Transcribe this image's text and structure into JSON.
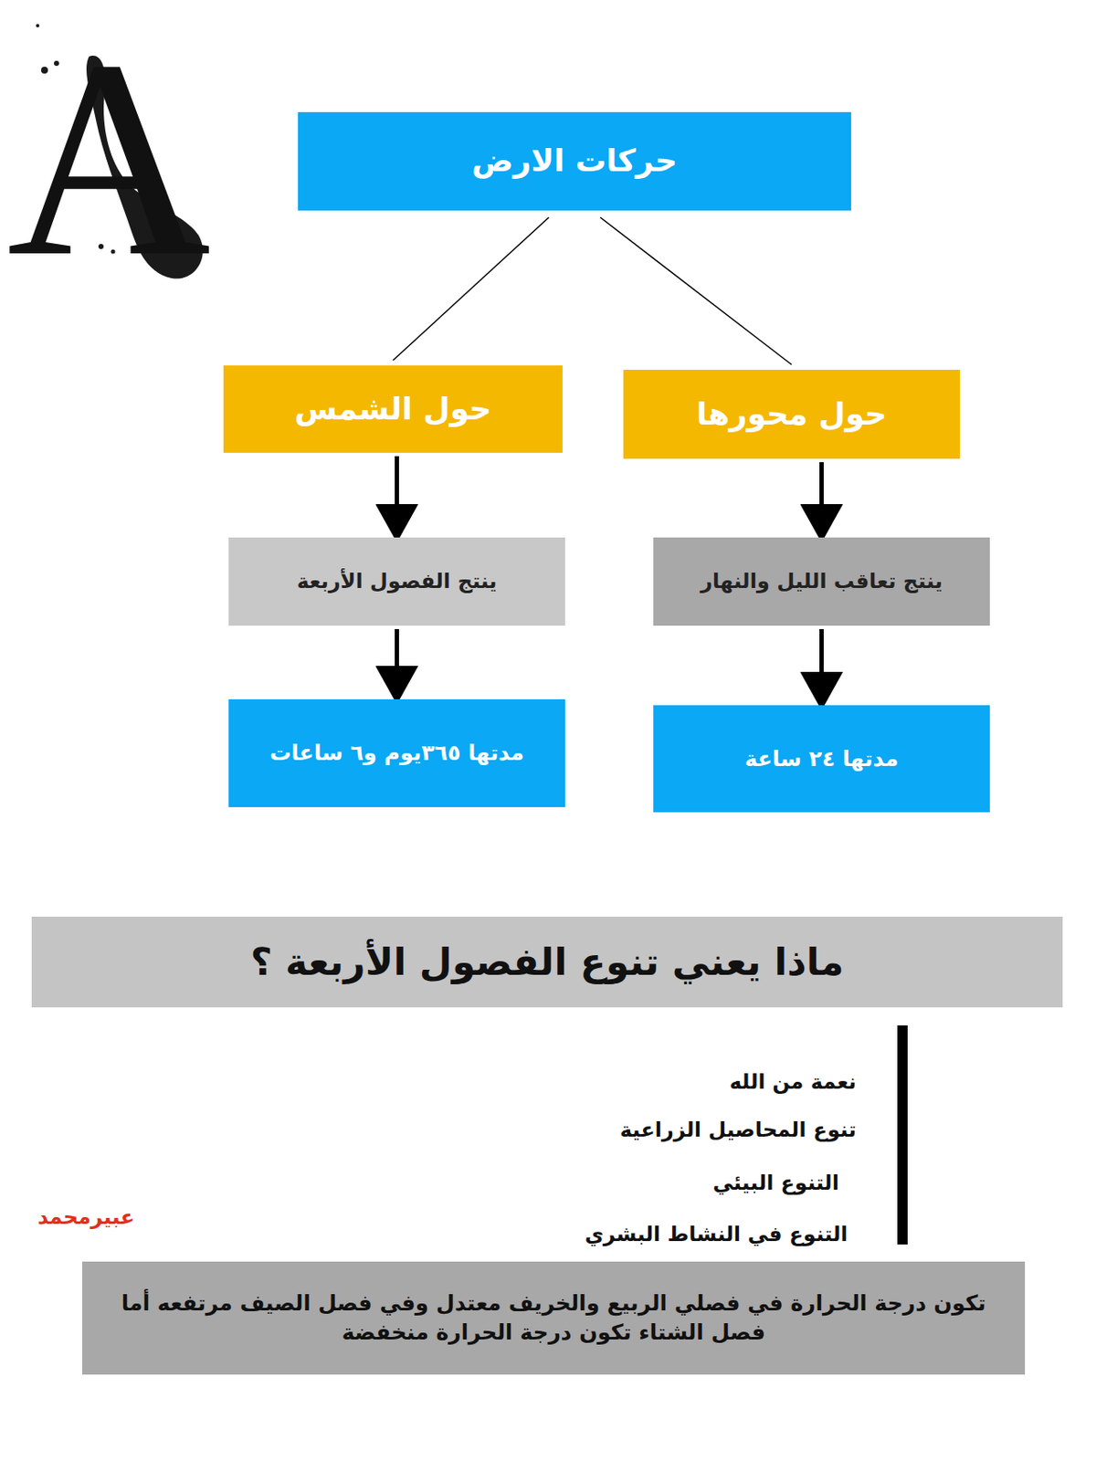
{
  "diagram": {
    "nodes": [
      {
        "text": [
          "حركات الارض"
        ]
      },
      {
        "text": [
          "حول محورها"
        ]
      },
      {
        "text": [
          "حول الشمس"
        ]
      },
      {
        "text": [
          "ينتج تعاقب الليل والنهار"
        ]
      },
      {
        "text": [
          "ينتج الفصول الأربعة"
        ]
      },
      {
        "text": [
          "مدتها ٢٤ ساعة"
        ]
      },
      {
        "text": [
          "مدتها ٣٦٥يوم و٦ ساعات"
        ]
      },
      {
        "text": [
          "ماذا يعني تنوع الفصول الأربعة ؟"
        ]
      },
      {
        "text": [
          "تكون درجة الحرارة في فصلي الربيع والخريف معتدل وفي فصل الصيف مرتفعه أما فصل الشتاء تكون درجة الحرارة منخفضة"
        ]
      }
    ],
    "edges": [
      {
        "from": 0,
        "to": 2,
        "arrow": "none"
      },
      {
        "from": 0,
        "to": 1,
        "arrow": "none"
      },
      {
        "from": 1,
        "to": 3,
        "arrow": "to"
      },
      {
        "from": 2,
        "to": 4,
        "arrow": "to"
      },
      {
        "from": 3,
        "to": 5,
        "arrow": "to"
      },
      {
        "from": 4,
        "to": 6,
        "arrow": "to"
      }
    ],
    "labels": [
      "A",
      "نعمة من الله",
      "تنوع المحاصيل الزراعية",
      "التنوع البيئي",
      "التنوع في النشاط البشري",
      "عبيرمحمد"
    ]
  }
}
